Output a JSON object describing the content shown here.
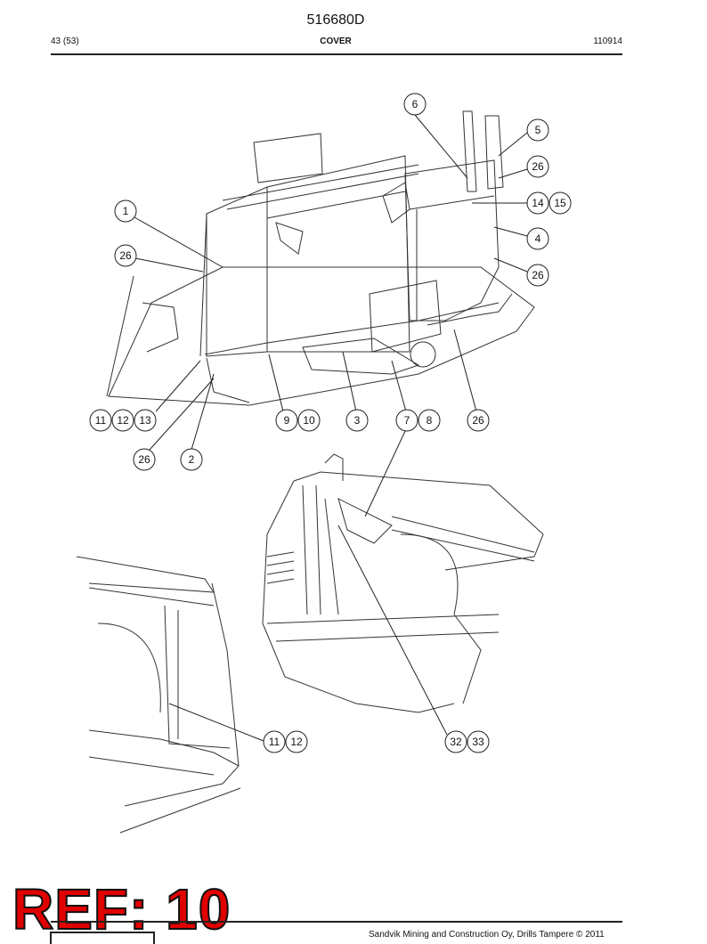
{
  "header": {
    "document_number": "516680D",
    "page": "43 (53)",
    "title": "COVER",
    "code": "110914"
  },
  "callouts": [
    {
      "label": "6"
    },
    {
      "label": "5"
    },
    {
      "label": "26"
    },
    {
      "label": "14"
    },
    {
      "label": "15"
    },
    {
      "label": "1"
    },
    {
      "label": "4"
    },
    {
      "label": "26"
    },
    {
      "label": "26"
    },
    {
      "label": "11"
    },
    {
      "label": "12"
    },
    {
      "label": "13"
    },
    {
      "label": "9"
    },
    {
      "label": "10"
    },
    {
      "label": "3"
    },
    {
      "label": "7"
    },
    {
      "label": "8"
    },
    {
      "label": "26"
    },
    {
      "label": "26"
    },
    {
      "label": "2"
    },
    {
      "label": "11"
    },
    {
      "label": "12"
    },
    {
      "label": "32"
    },
    {
      "label": "33"
    }
  ],
  "ref_stamp": "REF: 10",
  "footer": {
    "copyright": "Sandvik Mining and Construction Oy, Drills Tampere © 2011"
  }
}
